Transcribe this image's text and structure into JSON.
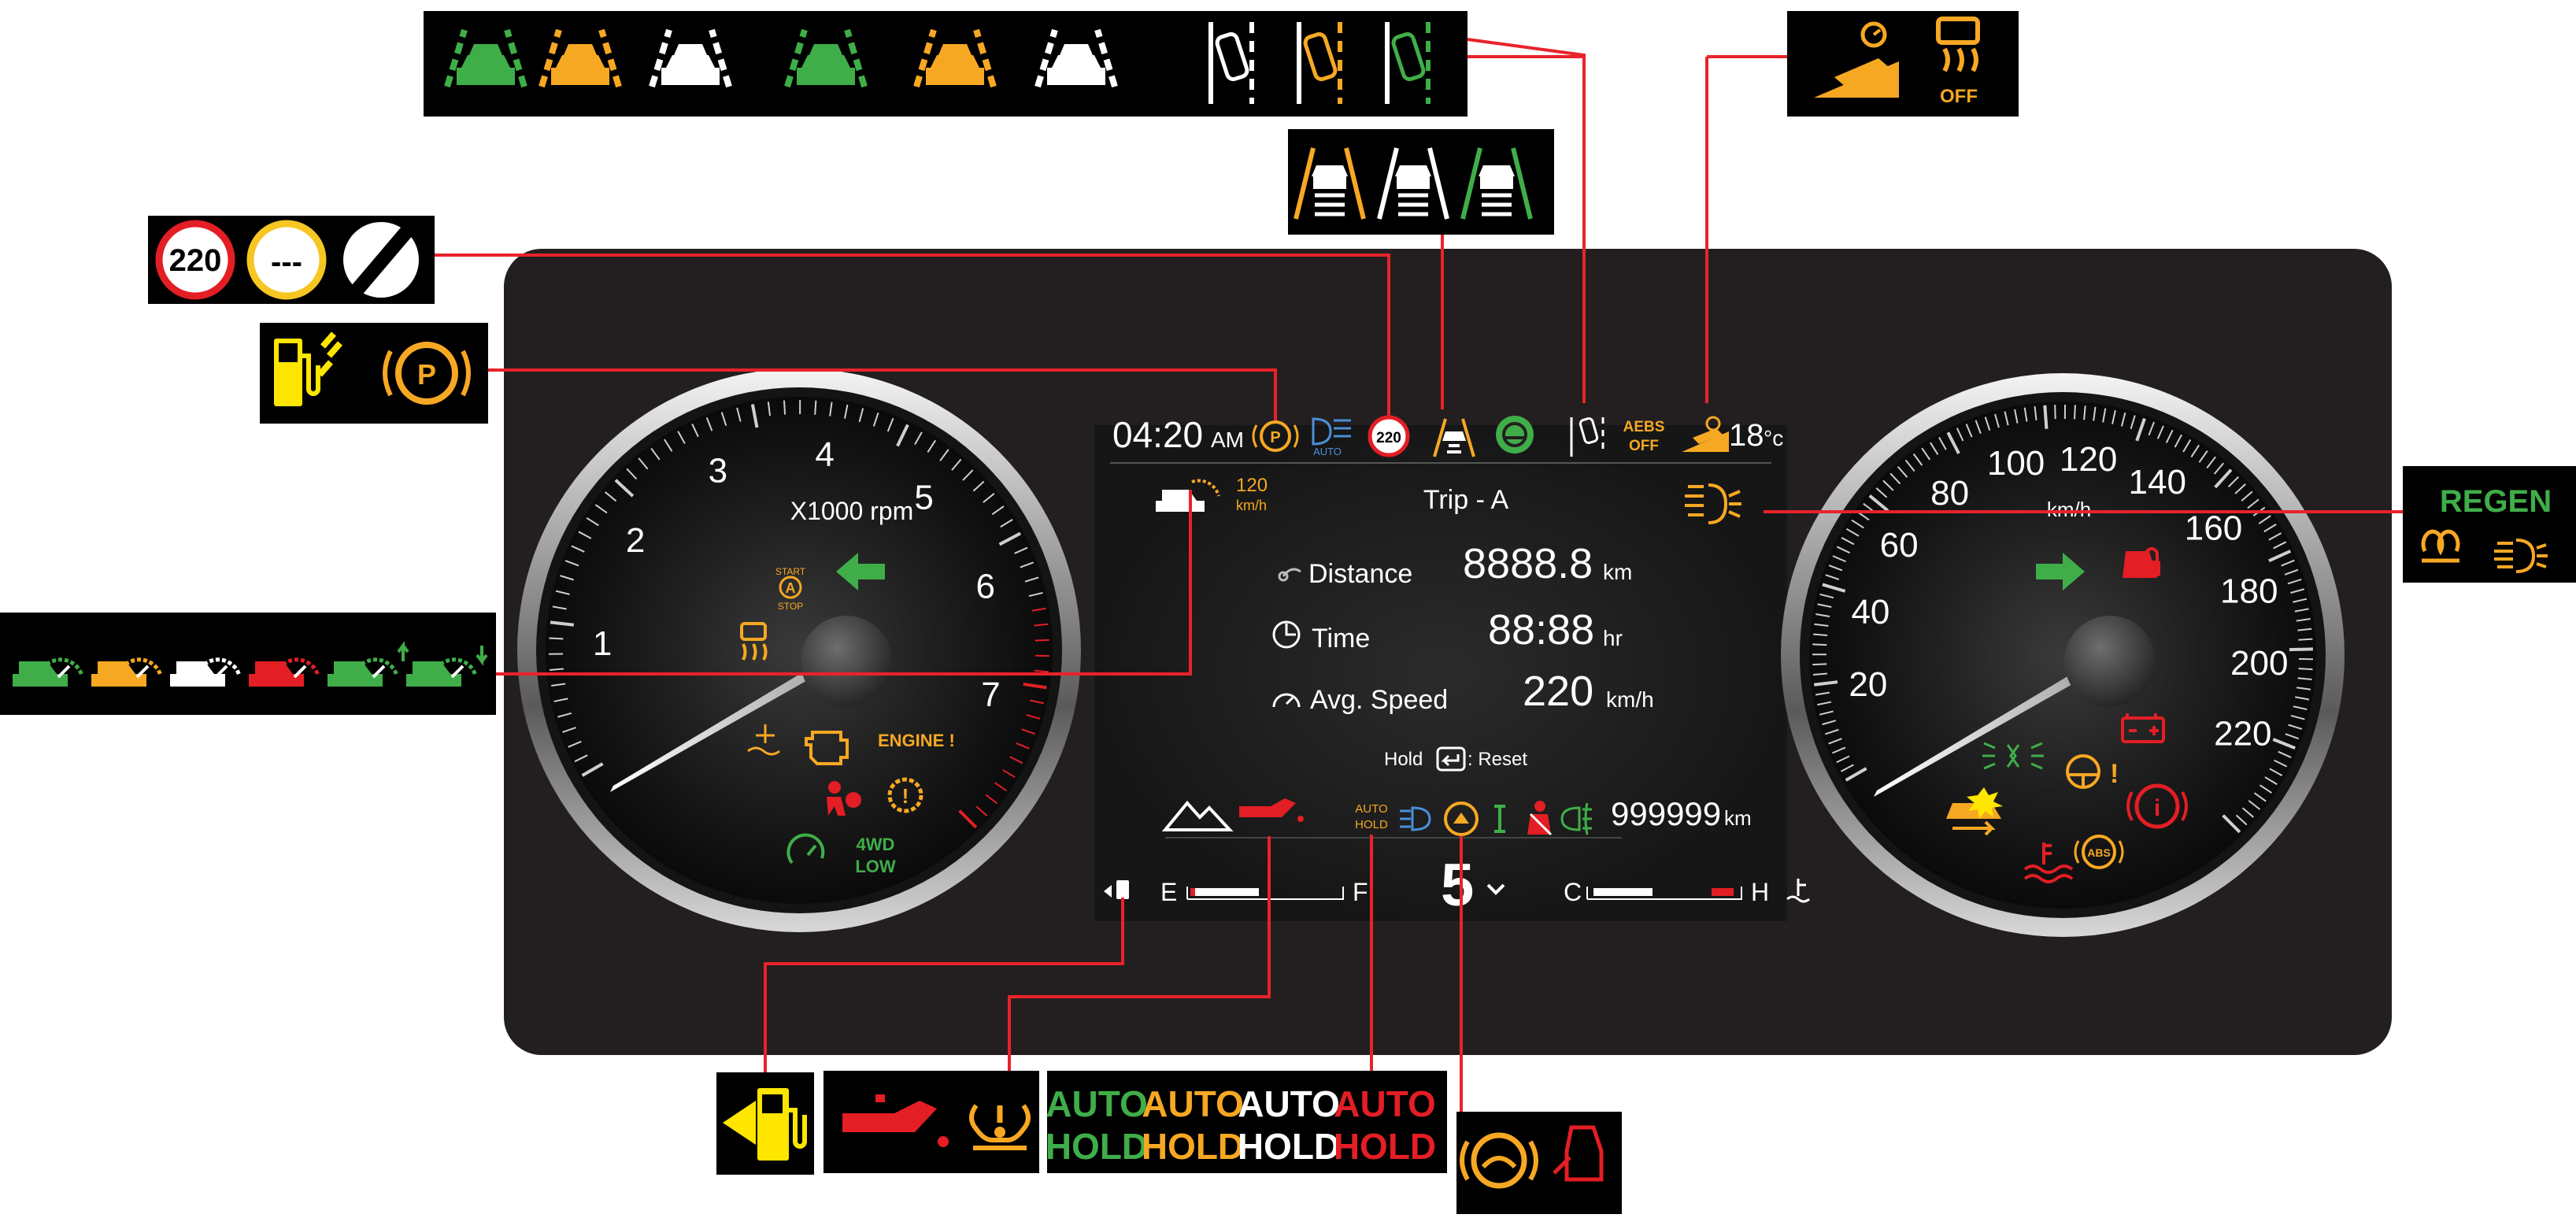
{
  "colors": {
    "green": "#3fae49",
    "amber": "#f7a823",
    "yellow": "#ffe600",
    "red": "#e31e24",
    "white": "#ffffff",
    "blue": "#4a8fd8",
    "leader": "#e8232a",
    "panel": "#231f20"
  },
  "cluster": {
    "clock": {
      "time": "04:20",
      "ampm": "AM"
    },
    "speed_limit_sign": "220",
    "aebs": {
      "line1": "AEBS",
      "line2": "OFF"
    },
    "auto_small": "AUTO",
    "outside_temp": {
      "value": "18",
      "unit": "°c"
    },
    "cruise_set": {
      "value": "120",
      "unit": "km/h"
    },
    "trip": {
      "title": "Trip - A",
      "rows": [
        {
          "label": "Distance",
          "value": "8888.8",
          "unit": "km",
          "icon": "route-icon"
        },
        {
          "label": "Time",
          "value": "88:88",
          "unit": "hr",
          "icon": "clock-icon"
        },
        {
          "label": "Avg. Speed",
          "value": "220",
          "unit": "km/h",
          "icon": "speedometer-icon"
        }
      ],
      "reset_hint_prefix": "Hold",
      "reset_hint_suffix": ": Reset"
    },
    "odometer": {
      "value": "999999",
      "unit": "km"
    },
    "gear": "5",
    "fuel_gauge": {
      "empty": "E",
      "full": "F",
      "level": 0.45
    },
    "temp_gauge": {
      "cold": "C",
      "hot": "H",
      "level": 0.5
    },
    "auto_hold_small": {
      "line1": "AUTO",
      "line2": "HOLD"
    }
  },
  "tachometer": {
    "unit_label": "X1000 rpm",
    "ticks": [
      "1",
      "2",
      "3",
      "4",
      "5",
      "6",
      "7"
    ],
    "needle_value": 0,
    "start_stop": {
      "line1": "START",
      "line2": "STOP",
      "letter": "A"
    },
    "engine_text": "ENGINE !",
    "fourwd": {
      "line1": "4WD",
      "line2": "LOW"
    }
  },
  "speedometer": {
    "unit_label": "km/h",
    "ticks": [
      "20",
      "40",
      "60",
      "80",
      "100",
      "120",
      "140",
      "160",
      "180",
      "200",
      "220"
    ],
    "needle_value": 0,
    "abs_label": "ABS"
  },
  "callouts": {
    "speed_signs": [
      "220",
      "---"
    ],
    "regen": "REGEN",
    "tcs_off": "OFF",
    "parking_brake_letter": "P",
    "auto_hold_variants": [
      {
        "line1": "AUTO",
        "line2": "HOLD",
        "color": "#3fae49"
      },
      {
        "line1": "AUTO",
        "line2": "HOLD",
        "color": "#f7a823"
      },
      {
        "line1": "AUTO",
        "line2": "HOLD",
        "color": "#ffffff"
      },
      {
        "line1": "AUTO",
        "line2": "HOLD",
        "color": "#e31e24"
      }
    ],
    "lane_car_colors": [
      "#3fae49",
      "#f7a823",
      "#ffffff",
      "#3fae49",
      "#f7a823",
      "#ffffff"
    ],
    "lane_change_colors": [
      "#ffffff",
      "#f7a823",
      "#3fae49"
    ],
    "lane_keep_colors": [
      "#f7a823",
      "#ffffff",
      "#3fae49"
    ],
    "cruise_colors": [
      "#3fae49",
      "#f7a823",
      "#ffffff",
      "#e31e24",
      "#3fae49",
      "#3fae49"
    ]
  }
}
